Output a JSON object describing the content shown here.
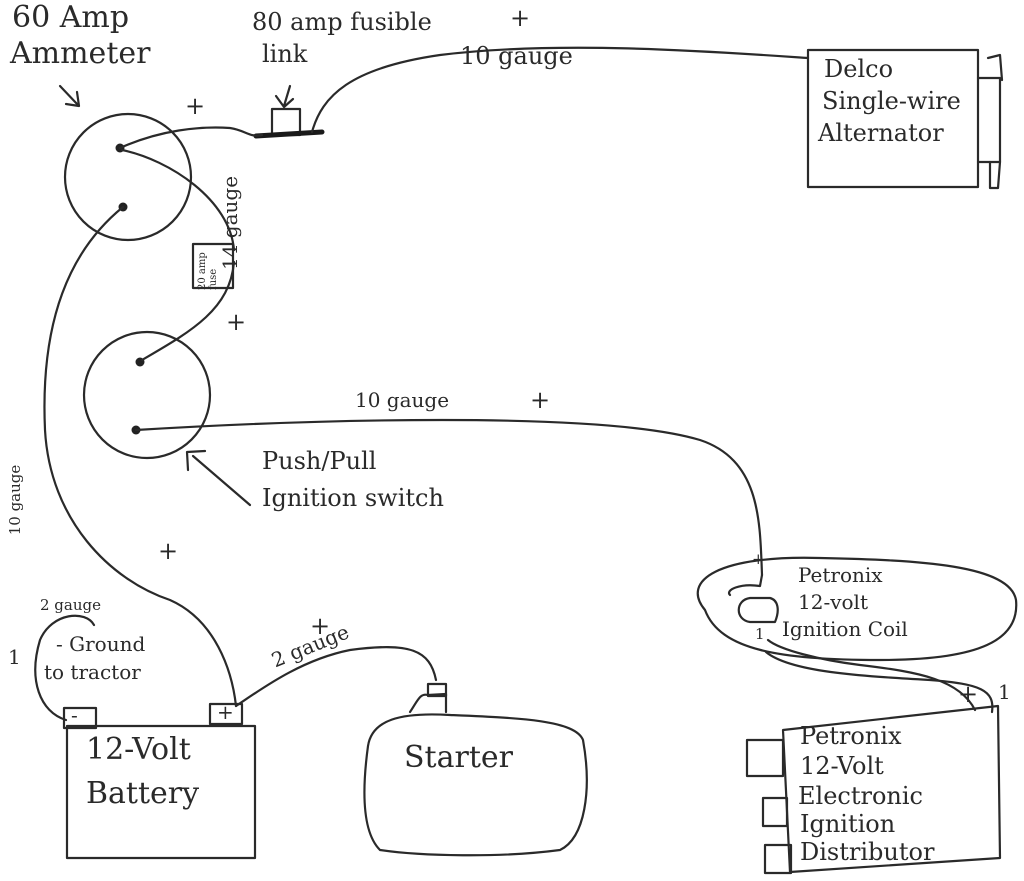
{
  "labels": {
    "ammeter": [
      "60 Amp",
      "Ammeter"
    ],
    "fusible_link": [
      "80 amp fusible",
      "link"
    ],
    "alternator": [
      "Delco",
      "Single-wire",
      "Alternator"
    ],
    "wire_top": "10 gauge",
    "wire_mid": "10 gauge",
    "wire_fuse": "14 gauge",
    "wire_left": "10 gauge",
    "fuse": [
      "20 amp",
      "fuse"
    ],
    "switch": [
      "Push/Pull",
      "Ignition switch"
    ],
    "coil": [
      "Petronix",
      "12-volt",
      "Ignition Coil"
    ],
    "distributor": [
      "Petronix",
      "12-Volt",
      "Electronic",
      "Ignition",
      "Distributor"
    ],
    "battery": [
      "12-Volt",
      "Battery"
    ],
    "starter": "Starter",
    "ground_gauge": "2 gauge",
    "ground": [
      "- Ground",
      "to tractor"
    ],
    "starter_gauge": "2 gauge",
    "plus": "+",
    "minus": "-",
    "one": "1"
  }
}
